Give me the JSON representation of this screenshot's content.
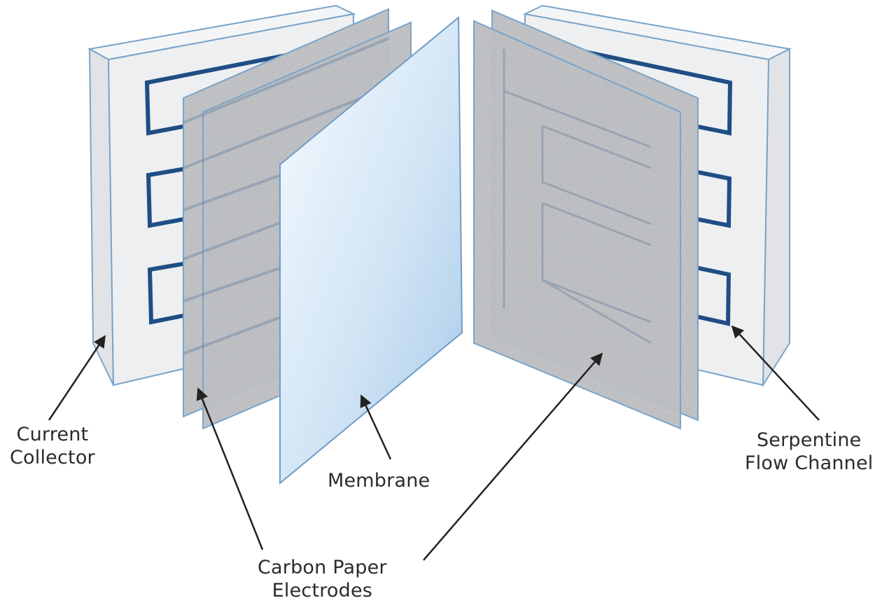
{
  "labels": {
    "current_collector": [
      "Current",
      "Collector"
    ],
    "membrane": "Membrane",
    "carbon_paper_electrodes": [
      "Carbon Paper",
      "Electrodes"
    ],
    "serpentine_flow_channel": [
      "Serpentine",
      "Flow Channel"
    ]
  },
  "colors": {
    "outline": "#7aa3c8",
    "channel": "#1f4e85",
    "collector_face": "#eeeff1",
    "collector_side": "#e3e5e8",
    "membrane_light": "#f3f8fd",
    "membrane_dark": "#a9cbe9",
    "electrode_base": "#c9cbce",
    "arrow": "#222222"
  }
}
